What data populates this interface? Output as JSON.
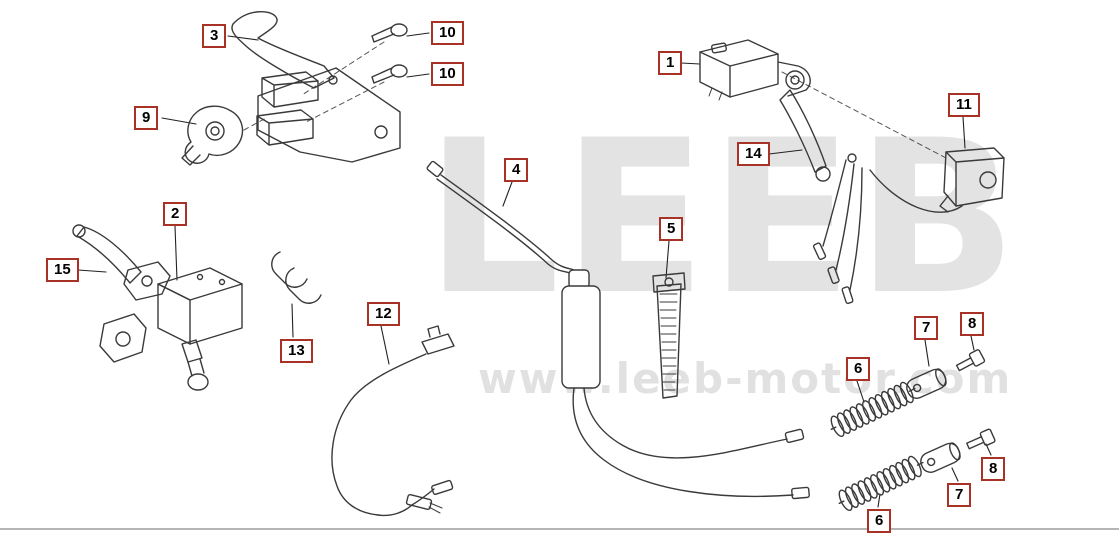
{
  "watermark": {
    "brand": "LEEB",
    "website": "www.leeb-motor.com"
  },
  "colors": {
    "callout_border": "#a93226",
    "line_art": "#3a3a3a",
    "watermark_gray": "#c9c9c9"
  },
  "callouts": [
    {
      "id": "3",
      "label": "3"
    },
    {
      "id": "10a",
      "label": "10"
    },
    {
      "id": "10b",
      "label": "10"
    },
    {
      "id": "9",
      "label": "9"
    },
    {
      "id": "1",
      "label": "1"
    },
    {
      "id": "11",
      "label": "11"
    },
    {
      "id": "14",
      "label": "14"
    },
    {
      "id": "2",
      "label": "2"
    },
    {
      "id": "15",
      "label": "15"
    },
    {
      "id": "4",
      "label": "4"
    },
    {
      "id": "5",
      "label": "5"
    },
    {
      "id": "13",
      "label": "13"
    },
    {
      "id": "12",
      "label": "12"
    },
    {
      "id": "7a",
      "label": "7"
    },
    {
      "id": "8a",
      "label": "8"
    },
    {
      "id": "6a",
      "label": "6"
    },
    {
      "id": "8b",
      "label": "8"
    },
    {
      "id": "7b",
      "label": "7"
    },
    {
      "id": "6b",
      "label": "6"
    }
  ]
}
